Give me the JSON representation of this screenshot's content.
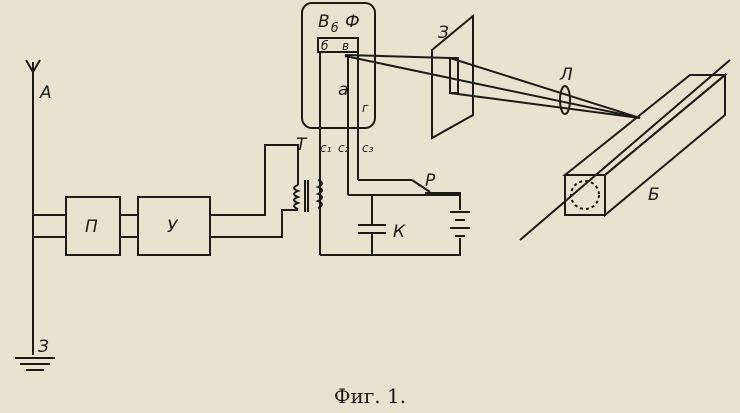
{
  "diagram": {
    "labels": {
      "antenna": "А",
      "preamp": "П",
      "amplifier": "У",
      "ground": "З",
      "transformer": "Т",
      "c1": "c₁",
      "c2": "c₂",
      "c3": "c₃",
      "tube": "В",
      "tube_sub": "б",
      "tube_phi": "Ф",
      "electrode_b": "б",
      "electrode_v": "в",
      "electrode_a": "а",
      "electrode_g": "г",
      "screen": "З",
      "lens": "Л",
      "box": "Б",
      "switch": "Р",
      "capacitor": "К"
    }
  },
  "caption": "Фиг. 1."
}
